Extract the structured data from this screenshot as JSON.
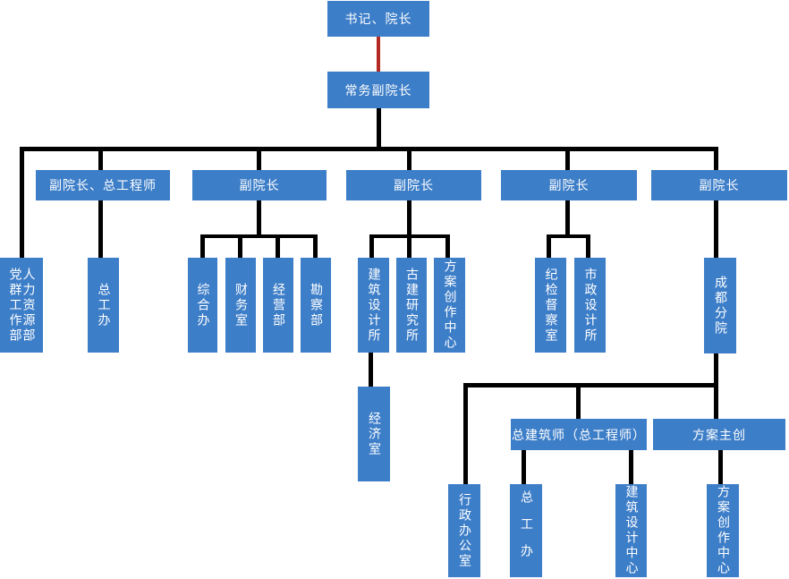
{
  "diagram": {
    "type": "org-chart",
    "colors": {
      "node_fill": "#3D7EC8",
      "node_text": "#FFFFFF",
      "connector": "#000000",
      "root_connector": "#B32A22"
    },
    "nodes": {
      "root": "书记、院长",
      "exec_vice_dean": "常务副院长",
      "vp_chief_engineer": "副院长、总工程师",
      "vp_2": "副院长",
      "vp_3": "副院长",
      "vp_4": "副院长",
      "vp_5": "副院长",
      "party_mass_dept": "党群工作部",
      "hr_dept": "人力资源部",
      "chief_eng_office": "总工办",
      "general_affairs": "综合办",
      "finance_office": "财务室",
      "business_dept": "经营部",
      "survey_dept": "勘察部",
      "arch_design_institute": "建筑设计所",
      "ancient_arch_institute": "古建研究所",
      "concept_creation_center": "方案创作中心",
      "discipline_office": "纪检督察室",
      "municipal_design_institute": "市政设计所",
      "chengdu_branch": "成都分院",
      "economy_office": "经济室",
      "chief_architect": "总建筑师（总工程师）",
      "concept_lead": "方案主创",
      "admin_office": "行政办公室",
      "chief_eng_office_2": "总工办",
      "arch_design_center": "建筑设计中心",
      "concept_creation_center_2": "方案创作中心"
    },
    "hierarchy": {
      "label": "书记、院长",
      "children": [
        {
          "label": "常务副院长",
          "link_color": "#B32A22",
          "children": [
            {
              "label": "党群工作部 / 人力资源部"
            },
            {
              "label": "副院长、总工程师",
              "children": [
                {
                  "label": "总工办"
                }
              ]
            },
            {
              "label": "副院长",
              "children": [
                {
                  "label": "综合办"
                },
                {
                  "label": "财务室"
                },
                {
                  "label": "经营部"
                },
                {
                  "label": "勘察部"
                }
              ]
            },
            {
              "label": "副院长",
              "children": [
                {
                  "label": "建筑设计所",
                  "children": [
                    {
                      "label": "经济室"
                    }
                  ]
                },
                {
                  "label": "古建研究所"
                },
                {
                  "label": "方案创作中心"
                }
              ]
            },
            {
              "label": "副院长",
              "children": [
                {
                  "label": "纪检督察室"
                },
                {
                  "label": "市政设计所"
                }
              ]
            },
            {
              "label": "副院长",
              "children": [
                {
                  "label": "成都分院",
                  "children": [
                    {
                      "label": "行政办公室"
                    },
                    {
                      "label": "总建筑师（总工程师）",
                      "children": [
                        {
                          "label": "总工办"
                        },
                        {
                          "label": "建筑设计中心"
                        }
                      ]
                    },
                    {
                      "label": "方案主创",
                      "children": [
                        {
                          "label": "方案创作中心"
                        }
                      ]
                    }
                  ]
                }
              ]
            }
          ]
        }
      ]
    }
  }
}
